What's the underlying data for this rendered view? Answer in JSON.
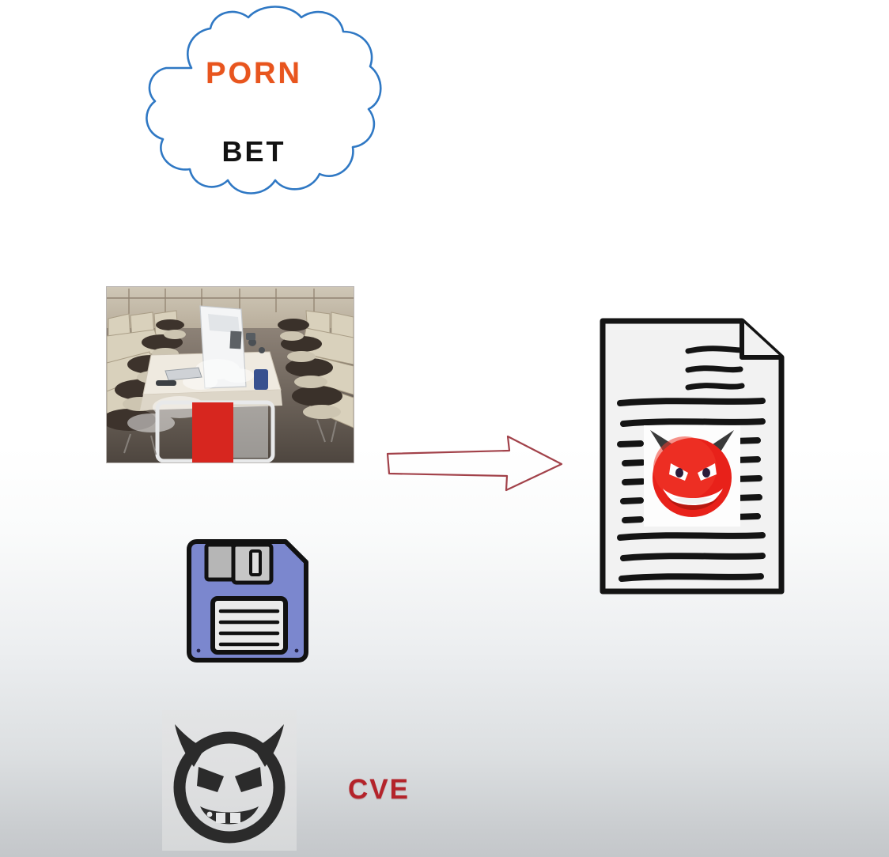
{
  "diagram": {
    "title": "Malicious content and exploit flow diagram",
    "background": {
      "top_color": "#ffffff",
      "bottom_color": "#c4c7ca"
    },
    "cloud": {
      "name": "internet-cloud",
      "outline_color": "#2f78c4",
      "labels": [
        {
          "text": "PORN",
          "color": "#e8551e"
        },
        {
          "text": "BET",
          "color": "#121212"
        }
      ]
    },
    "photo": {
      "name": "computer-lab-photo",
      "caption": "Photo of a classroom / lab with rows of chairs, desks, a white tower PC and a red panel",
      "border_color": "#b9b5b2"
    },
    "arrow": {
      "name": "flow-arrow",
      "direction": "right",
      "stroke_color": "#a2424a",
      "fill": "transparent"
    },
    "document": {
      "name": "infected-document",
      "outline_color": "#1a1a1a",
      "page_color": "#f2f2f2",
      "folded_corner": true,
      "text_line_count": 13,
      "embedded_icon": {
        "name": "red-devil-emoji",
        "face_color": "#e8211a",
        "horn_color": "#3a3a3a"
      }
    },
    "floppy": {
      "name": "floppy-disk",
      "body_color": "#7b87ce",
      "shutter_color": "#b6b6b6",
      "label_color": "#ebebeb",
      "outline_color": "#111111",
      "label_line_count": 4
    },
    "devil_icon": {
      "name": "devil-face-icon",
      "color": "#2b2b2b",
      "background_color": "#dddedf"
    },
    "cve": {
      "text": "CVE",
      "color": "#b4232a"
    }
  }
}
